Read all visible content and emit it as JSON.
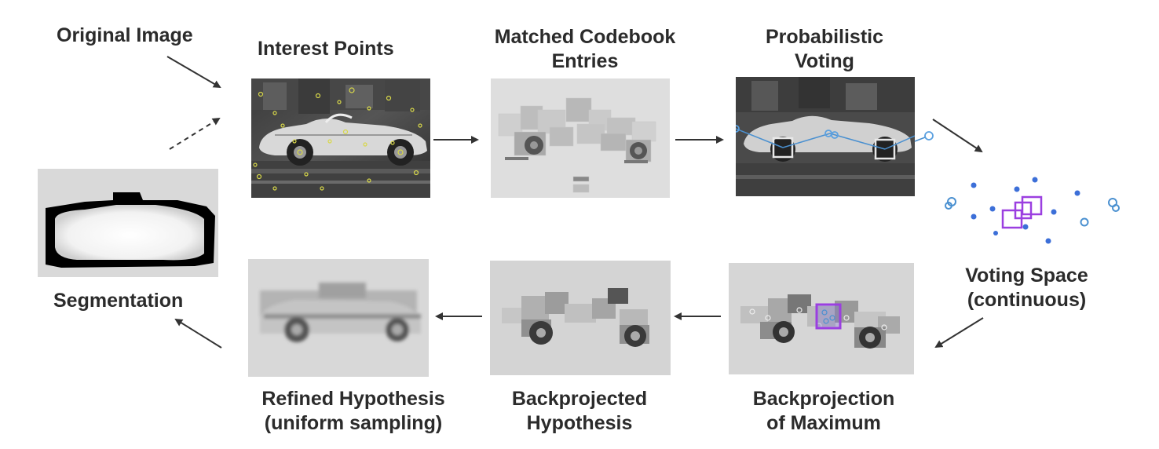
{
  "labels": {
    "original_image": "Original Image",
    "interest_points": "Interest Points",
    "matched_codebook_line1": "Matched Codebook",
    "matched_codebook_line2": "Entries",
    "probabilistic_voting_line1": "Probabilistic",
    "probabilistic_voting_line2": "Voting",
    "voting_space_line1": "Voting Space",
    "voting_space_line2": "(continuous)",
    "backprojection_max_line1": "Backprojection",
    "backprojection_max_line2": "of Maximum",
    "backprojected_hyp_line1": "Backprojected",
    "backprojected_hyp_line2": "Hypothesis",
    "refined_hyp_line1": "Refined Hypothesis",
    "refined_hyp_line2": "(uniform sampling)",
    "segmentation": "Segmentation"
  },
  "colors": {
    "text": "#2b2b2b",
    "arrow": "#333333",
    "vote_blue": "#3c6fd8",
    "vote_circle": "#4a90d0",
    "maximum_purple": "#9b3fe0",
    "patch_gray": "#d6d6d6"
  }
}
